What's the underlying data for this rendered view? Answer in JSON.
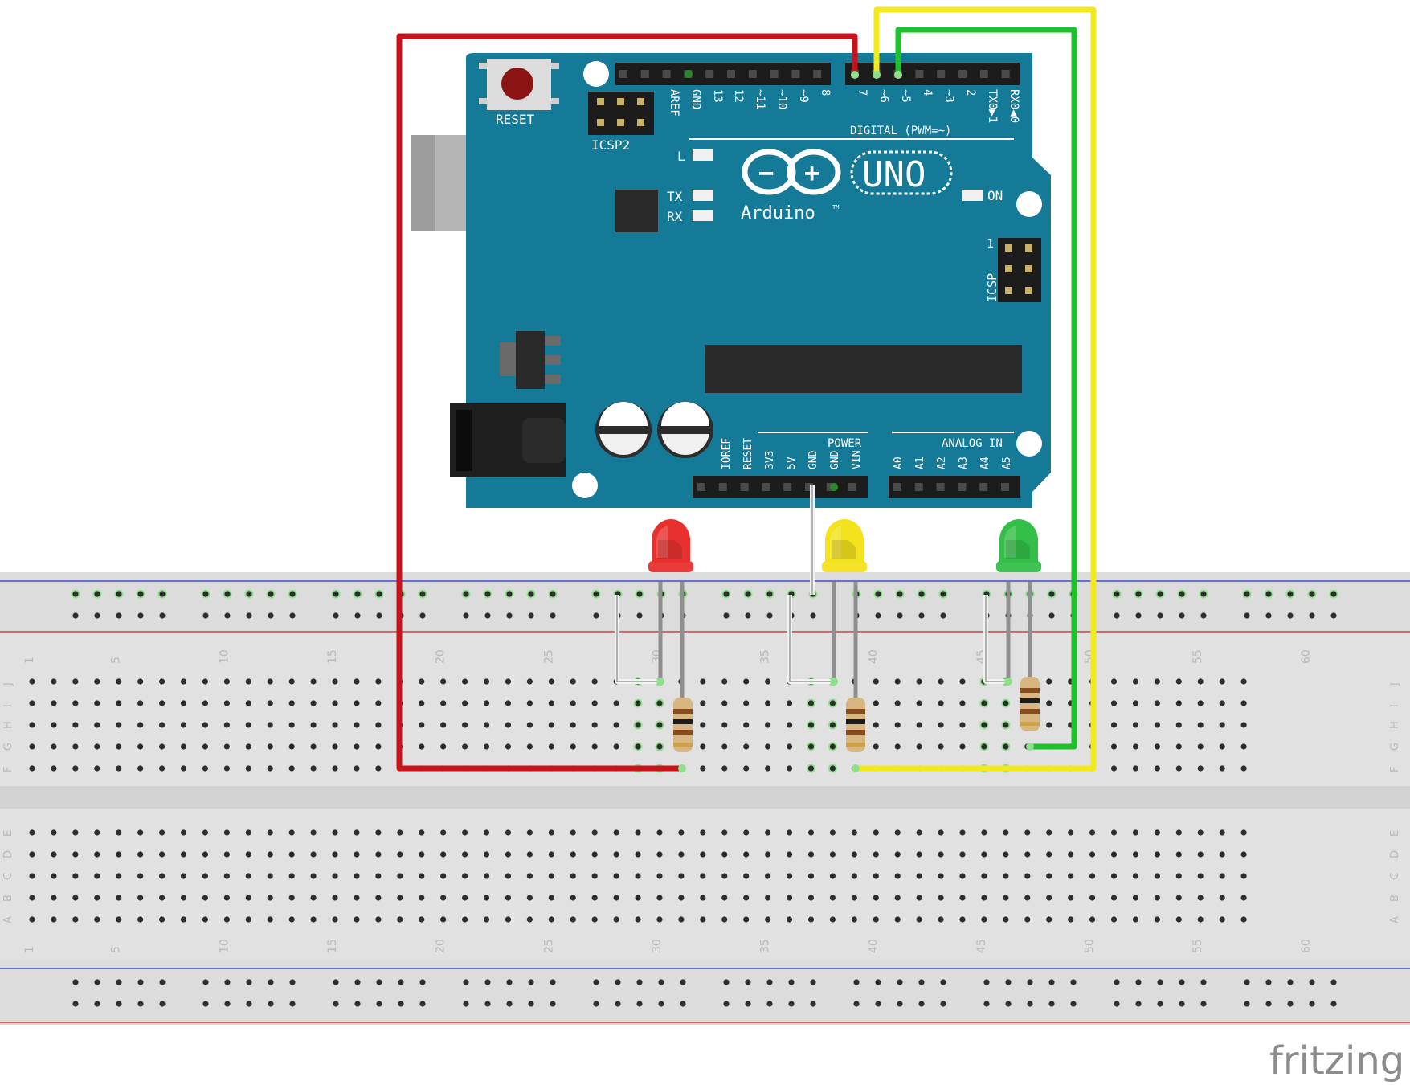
{
  "board": {
    "reset_label": "RESET",
    "icsp2_label": "ICSP2",
    "icsp_label": "ICSP",
    "icsp_pin1": "1",
    "digital_label": "DIGITAL (PWM=~)",
    "digital_pins": [
      "AREF",
      "GND",
      "13",
      "12",
      "~11",
      "~10",
      "~9",
      "8",
      "7",
      "~6",
      "~5",
      "4",
      "~3",
      "2",
      "TX0▶1",
      "RX0◀0"
    ],
    "power_label": "POWER",
    "power_pins": [
      "IOREF",
      "RESET",
      "3V3",
      "5V",
      "GND",
      "GND",
      "VIN"
    ],
    "analog_label": "ANALOG IN",
    "analog_pins": [
      "A0",
      "A1",
      "A2",
      "A3",
      "A4",
      "A5"
    ],
    "led_l": "L",
    "led_tx": "TX",
    "led_rx": "RX",
    "led_on": "ON",
    "uno_label": "UNO",
    "arduino_label": "Arduino",
    "tm": "TM",
    "minus": "−",
    "plus": "+"
  },
  "breadboard": {
    "column_numbers": [
      "1",
      "5",
      "10",
      "15",
      "20",
      "25",
      "30",
      "35",
      "40",
      "45",
      "50",
      "55",
      "60"
    ],
    "top_row_letters": [
      "J",
      "I",
      "H",
      "G",
      "F"
    ],
    "bottom_row_letters": [
      "E",
      "D",
      "C",
      "B",
      "A"
    ]
  },
  "leds": [
    {
      "name": "red",
      "color": "#e8312f"
    },
    {
      "name": "yellow",
      "color": "#f3e21c"
    },
    {
      "name": "green",
      "color": "#34bf49"
    }
  ],
  "wires": {
    "red": "#c8131c",
    "yellow": "#f2ea1a",
    "green": "#1ec12b",
    "white": "#f2f2f2"
  },
  "colors": {
    "board": "#147a98",
    "board_dark": "#0f6a85",
    "breadboard": "#dfdfdf"
  },
  "brand": "fritzing"
}
